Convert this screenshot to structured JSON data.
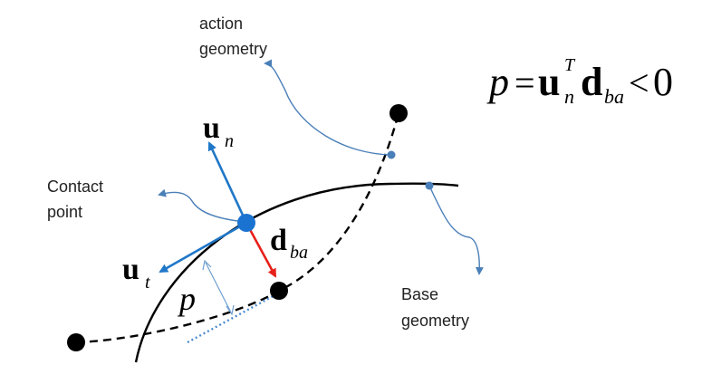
{
  "labels": {
    "action_line1": "action",
    "action_line2": "geometry",
    "contact_line1": "Contact",
    "contact_line2": "point",
    "base_line1": "Base",
    "base_line2": "geometry"
  },
  "symbols": {
    "un_base": "u",
    "un_sub": "n",
    "ut_base": "u",
    "ut_sub": "t",
    "dba_base": "d",
    "dba_sub": "ba",
    "p": "p"
  },
  "equation": {
    "lhs": "p",
    "eq": "=",
    "u": "u",
    "u_sup": "T",
    "u_sub": "n",
    "d": "d",
    "d_sub": "ba",
    "rel": "<",
    "rhs": "0"
  },
  "colors": {
    "normal_vector": "#1f77c8",
    "distance_vector": "#e8201a",
    "callout": "#4a7fb8",
    "contact_dot": "#1a73d0",
    "curve": "#000000"
  }
}
